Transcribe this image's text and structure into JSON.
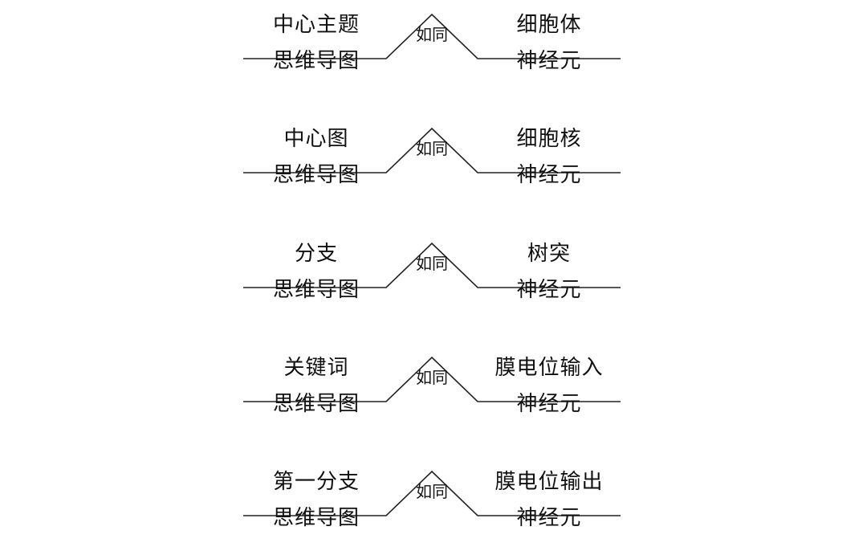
{
  "rows": [
    {
      "left_top": "中心主题",
      "left_bottom": "思维导图",
      "connector": "如同",
      "right_top": "细胞体",
      "right_bottom": "神经元"
    },
    {
      "left_top": "中心图",
      "left_bottom": "思维导图",
      "connector": "如同",
      "right_top": "细胞核",
      "right_bottom": "神经元"
    },
    {
      "left_top": "分支",
      "left_bottom": "思维导图",
      "connector": "如同",
      "right_top": "树突",
      "right_bottom": "神经元"
    },
    {
      "left_top": "关键词",
      "left_bottom": "思维导图",
      "connector": "如同",
      "right_top": "膜电位输入",
      "right_bottom": "神经元"
    },
    {
      "left_top": "第一分支",
      "left_bottom": "思维导图",
      "connector": "如同",
      "right_top": "膜电位输出",
      "right_bottom": "神经元"
    }
  ]
}
